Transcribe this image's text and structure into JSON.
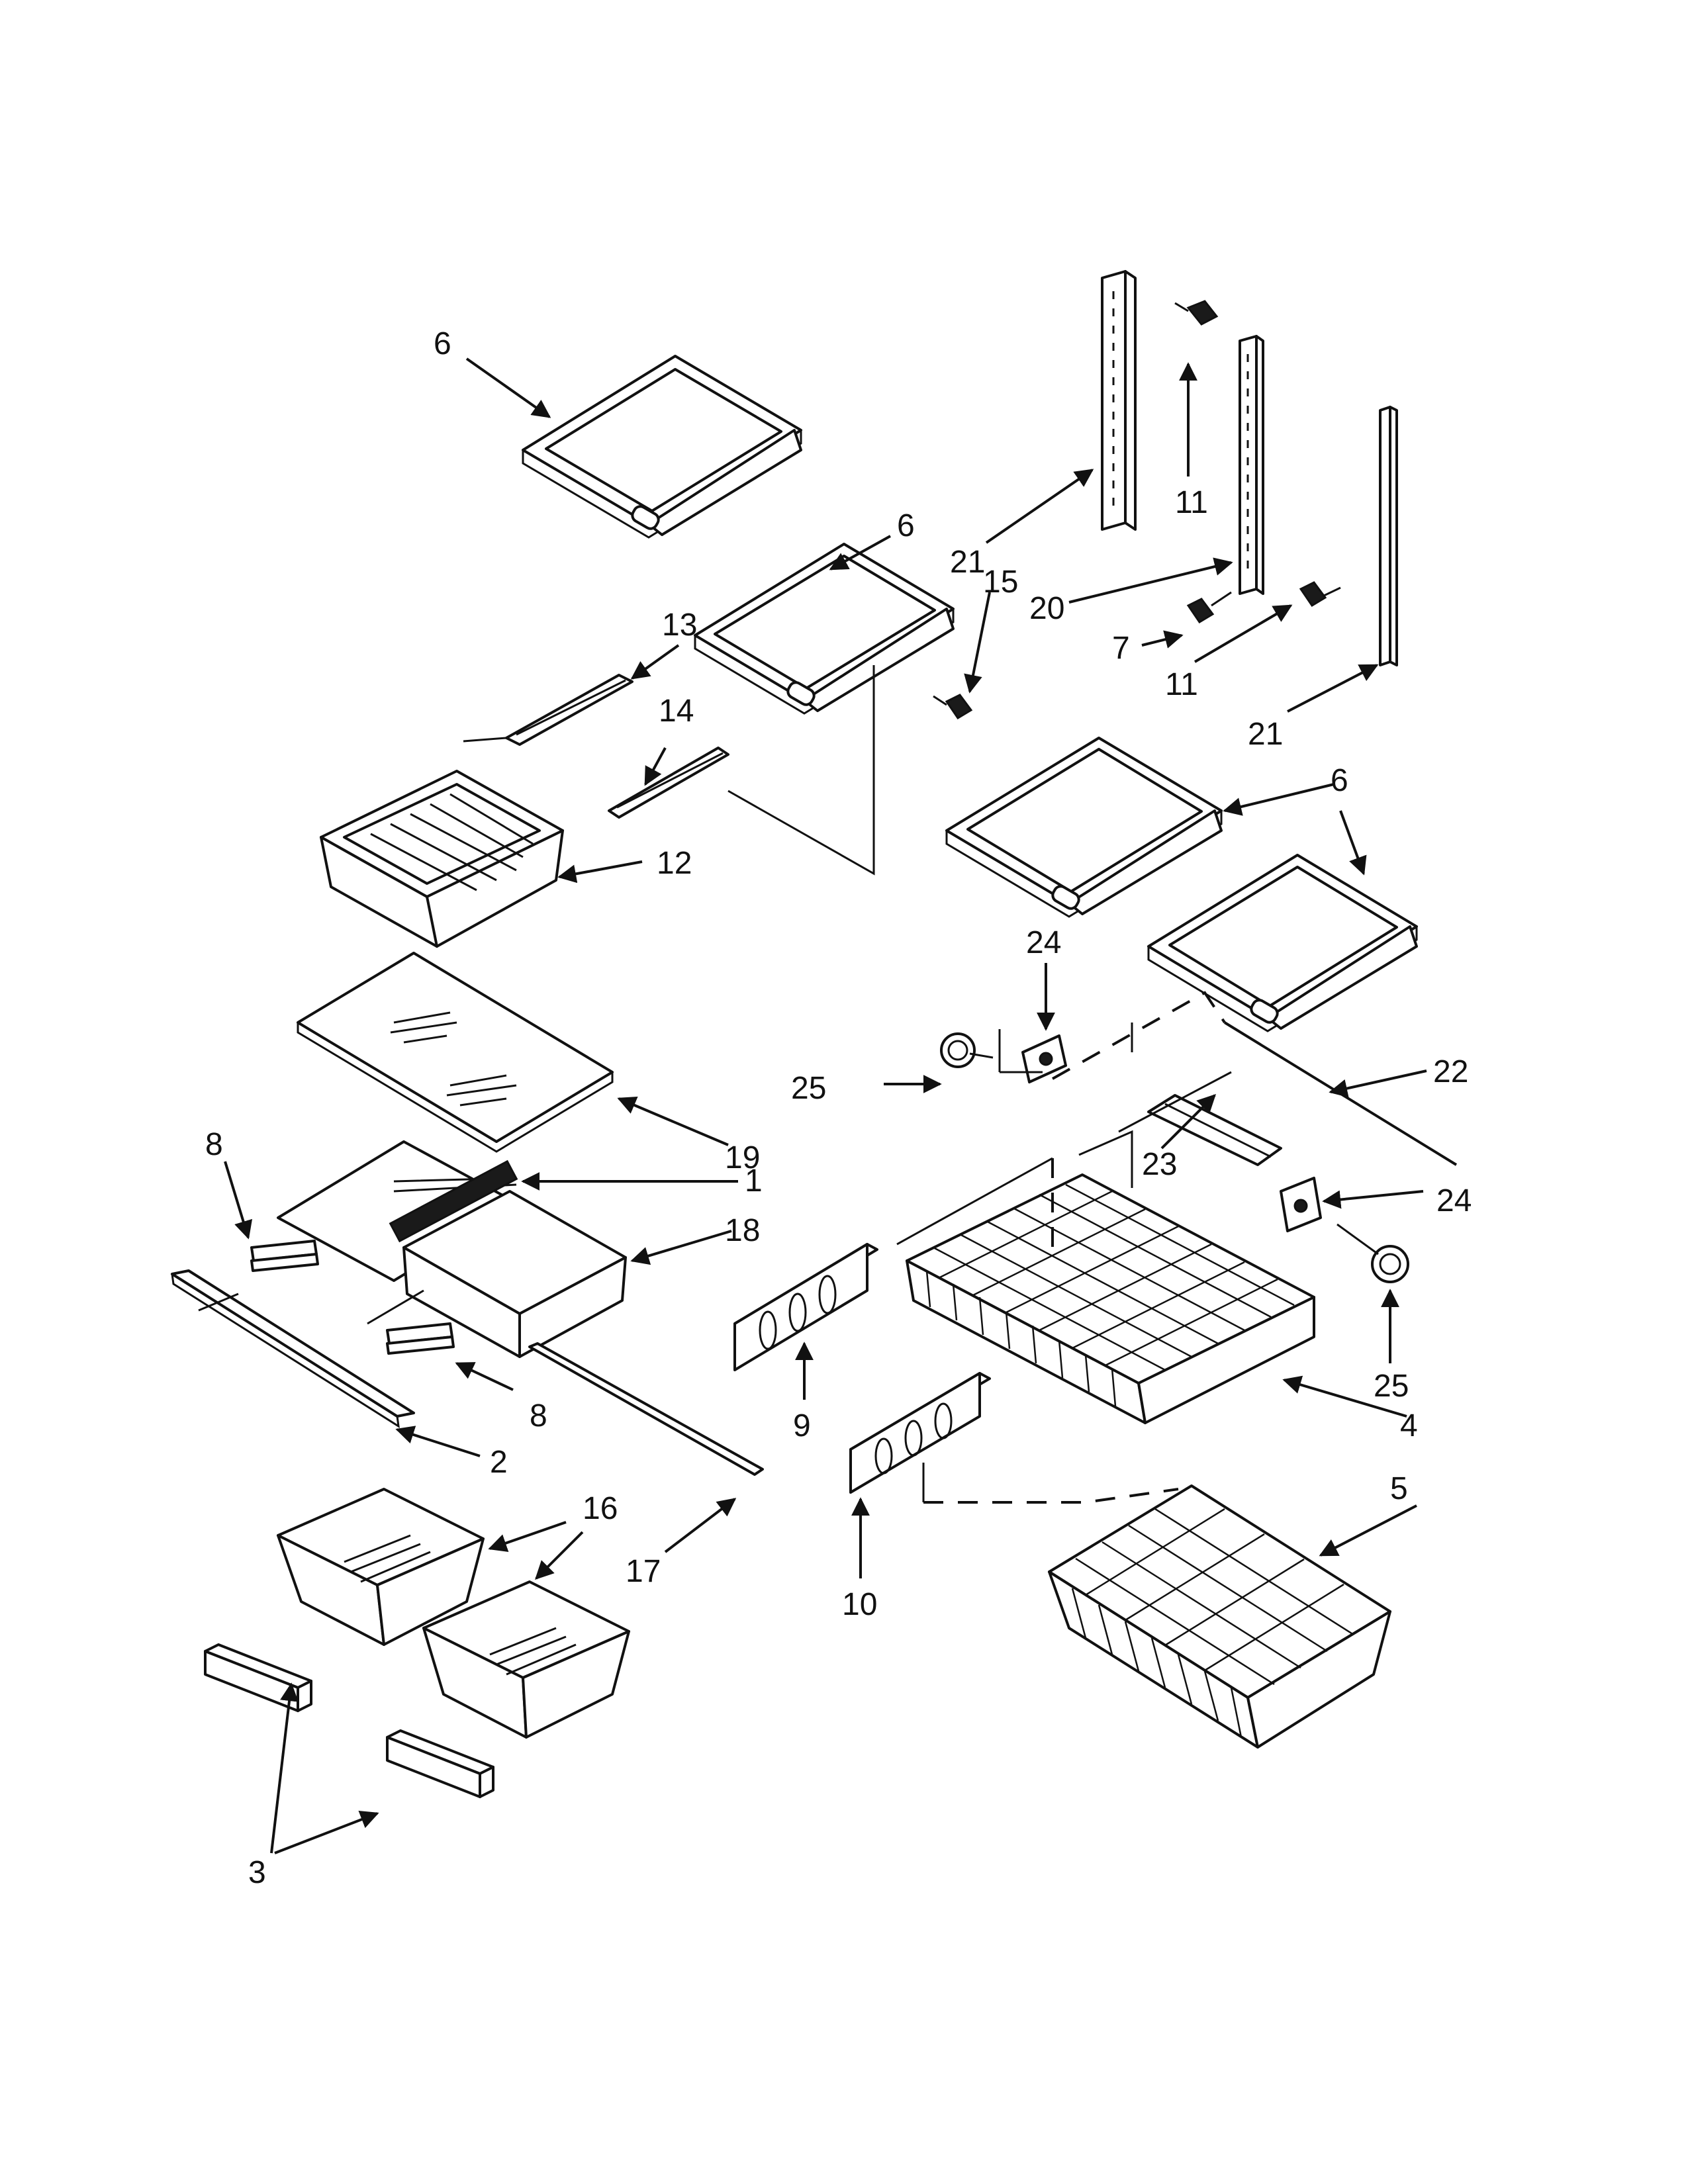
{
  "callouts": {
    "c1": "1",
    "c2": "2",
    "c3": "3",
    "c4": "4",
    "c5": "5",
    "c6a": "6",
    "c6b": "6",
    "c6c": "6",
    "c7": "7",
    "c8a": "8",
    "c8b": "8",
    "c9": "9",
    "c10": "10",
    "c11a": "11",
    "c11b": "11",
    "c12": "12",
    "c13": "13",
    "c14": "14",
    "c15": "15",
    "c16": "16",
    "c17": "17",
    "c18": "18",
    "c19": "19",
    "c20": "20",
    "c21a": "21",
    "c21b": "21",
    "c22": "22",
    "c23": "23",
    "c24a": "24",
    "c24b": "24",
    "c25a": "25",
    "c25b": "25"
  },
  "colors": {
    "ink": "#111111",
    "background": "#ffffff"
  }
}
